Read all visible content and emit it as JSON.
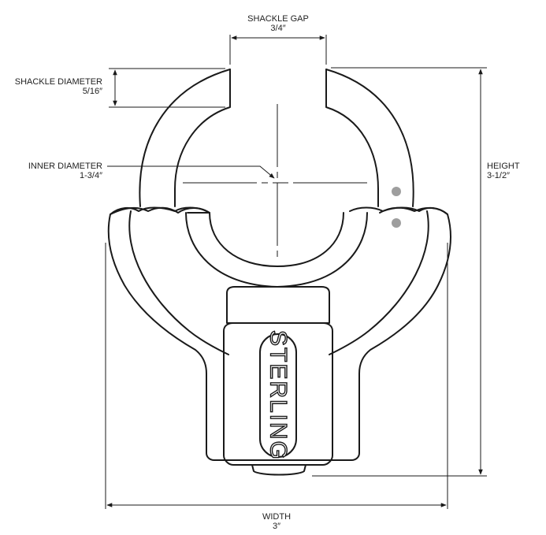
{
  "dimensions": {
    "shackle_gap": {
      "label": "SHACKLE GAP",
      "value": "3/4″"
    },
    "shackle_diameter": {
      "label": "SHACKLE DIAMETER",
      "value": "5/16″"
    },
    "inner_diameter": {
      "label": "INNER DIAMETER",
      "value": "1-3/4″"
    },
    "height": {
      "label": "HEIGHT",
      "value": "3-1/2″"
    },
    "width": {
      "label": "WIDTH",
      "value": "3″"
    }
  },
  "brand": {
    "text": "STERLING"
  },
  "colors": {
    "line": "#1a1a1a",
    "dot": "#9e9e9e",
    "background": "#ffffff"
  }
}
